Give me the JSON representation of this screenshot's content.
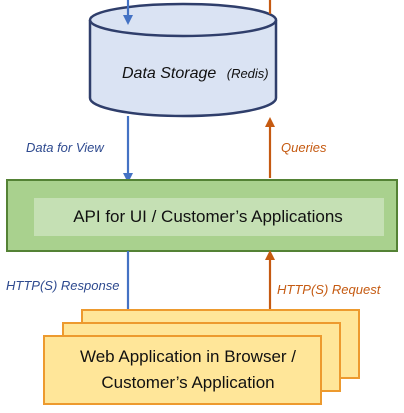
{
  "database": {
    "title": "Data Storage",
    "subtitle": "(Redis)"
  },
  "api": {
    "label": "API for UI / Customer’s Applications"
  },
  "web_app": {
    "line1": "Web Application in Browser /",
    "line2": "Customer’s Application"
  },
  "flows": {
    "data_for_view": "Data for View",
    "queries": "Queries",
    "http_response": "HTTP(S) Response",
    "http_request": "HTTP(S) Request"
  },
  "colors": {
    "blue_arrow": "#4472C4",
    "orange_arrow": "#C55A11",
    "blue_label": "#2E4A8F",
    "db_fill": "#DAE3F3",
    "db_stroke": "#2F3E6B",
    "api_outer_fill": "#A9D18E",
    "api_inner_fill": "#C5E0B4",
    "api_stroke": "#548235",
    "app_fill": "#FFE699",
    "app_stroke": "#ED9A2E"
  }
}
